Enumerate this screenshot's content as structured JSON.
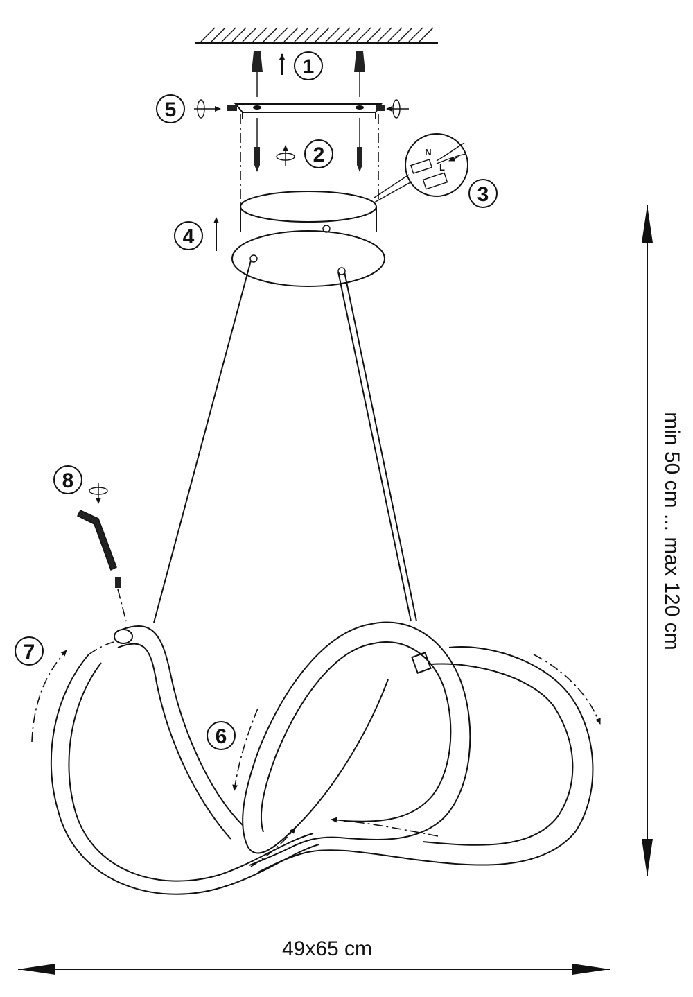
{
  "steps": [
    {
      "number": "1"
    },
    {
      "number": "2"
    },
    {
      "number": "3"
    },
    {
      "number": "4"
    },
    {
      "number": "5"
    },
    {
      "number": "6"
    },
    {
      "number": "7"
    },
    {
      "number": "8"
    }
  ],
  "connector": {
    "neutral": "N",
    "live": "L"
  },
  "dimensions": {
    "height": "min 50 cm ... max 120 cm",
    "width": "49x65 cm"
  },
  "colors": {
    "ink": "#111111",
    "background": "#ffffff"
  }
}
